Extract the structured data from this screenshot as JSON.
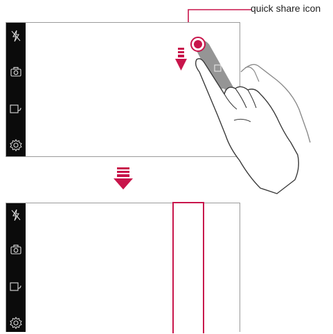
{
  "callout": {
    "label": "quick share icon"
  },
  "colors": {
    "accent": "#c8154b",
    "sidebar": "#0b0b0b",
    "frame": "#9a9a9a",
    "hand_fill": "#ffffff",
    "hand_stroke": "#3a3a3a",
    "gesture_gray": "#8a8a8a"
  },
  "screens": [
    {
      "name": "camera-screen-before",
      "sidebar_icons": [
        "flash-off-icon",
        "camera-switch-icon",
        "gallery-icon",
        "settings-icon"
      ],
      "overlay": "quick-share-icon with drag-down gesture"
    },
    {
      "name": "camera-screen-after",
      "sidebar_icons": [
        "flash-off-icon",
        "camera-switch-icon",
        "gallery-icon",
        "settings-icon"
      ],
      "overlay": "quick-share-panel highlighted"
    }
  ]
}
